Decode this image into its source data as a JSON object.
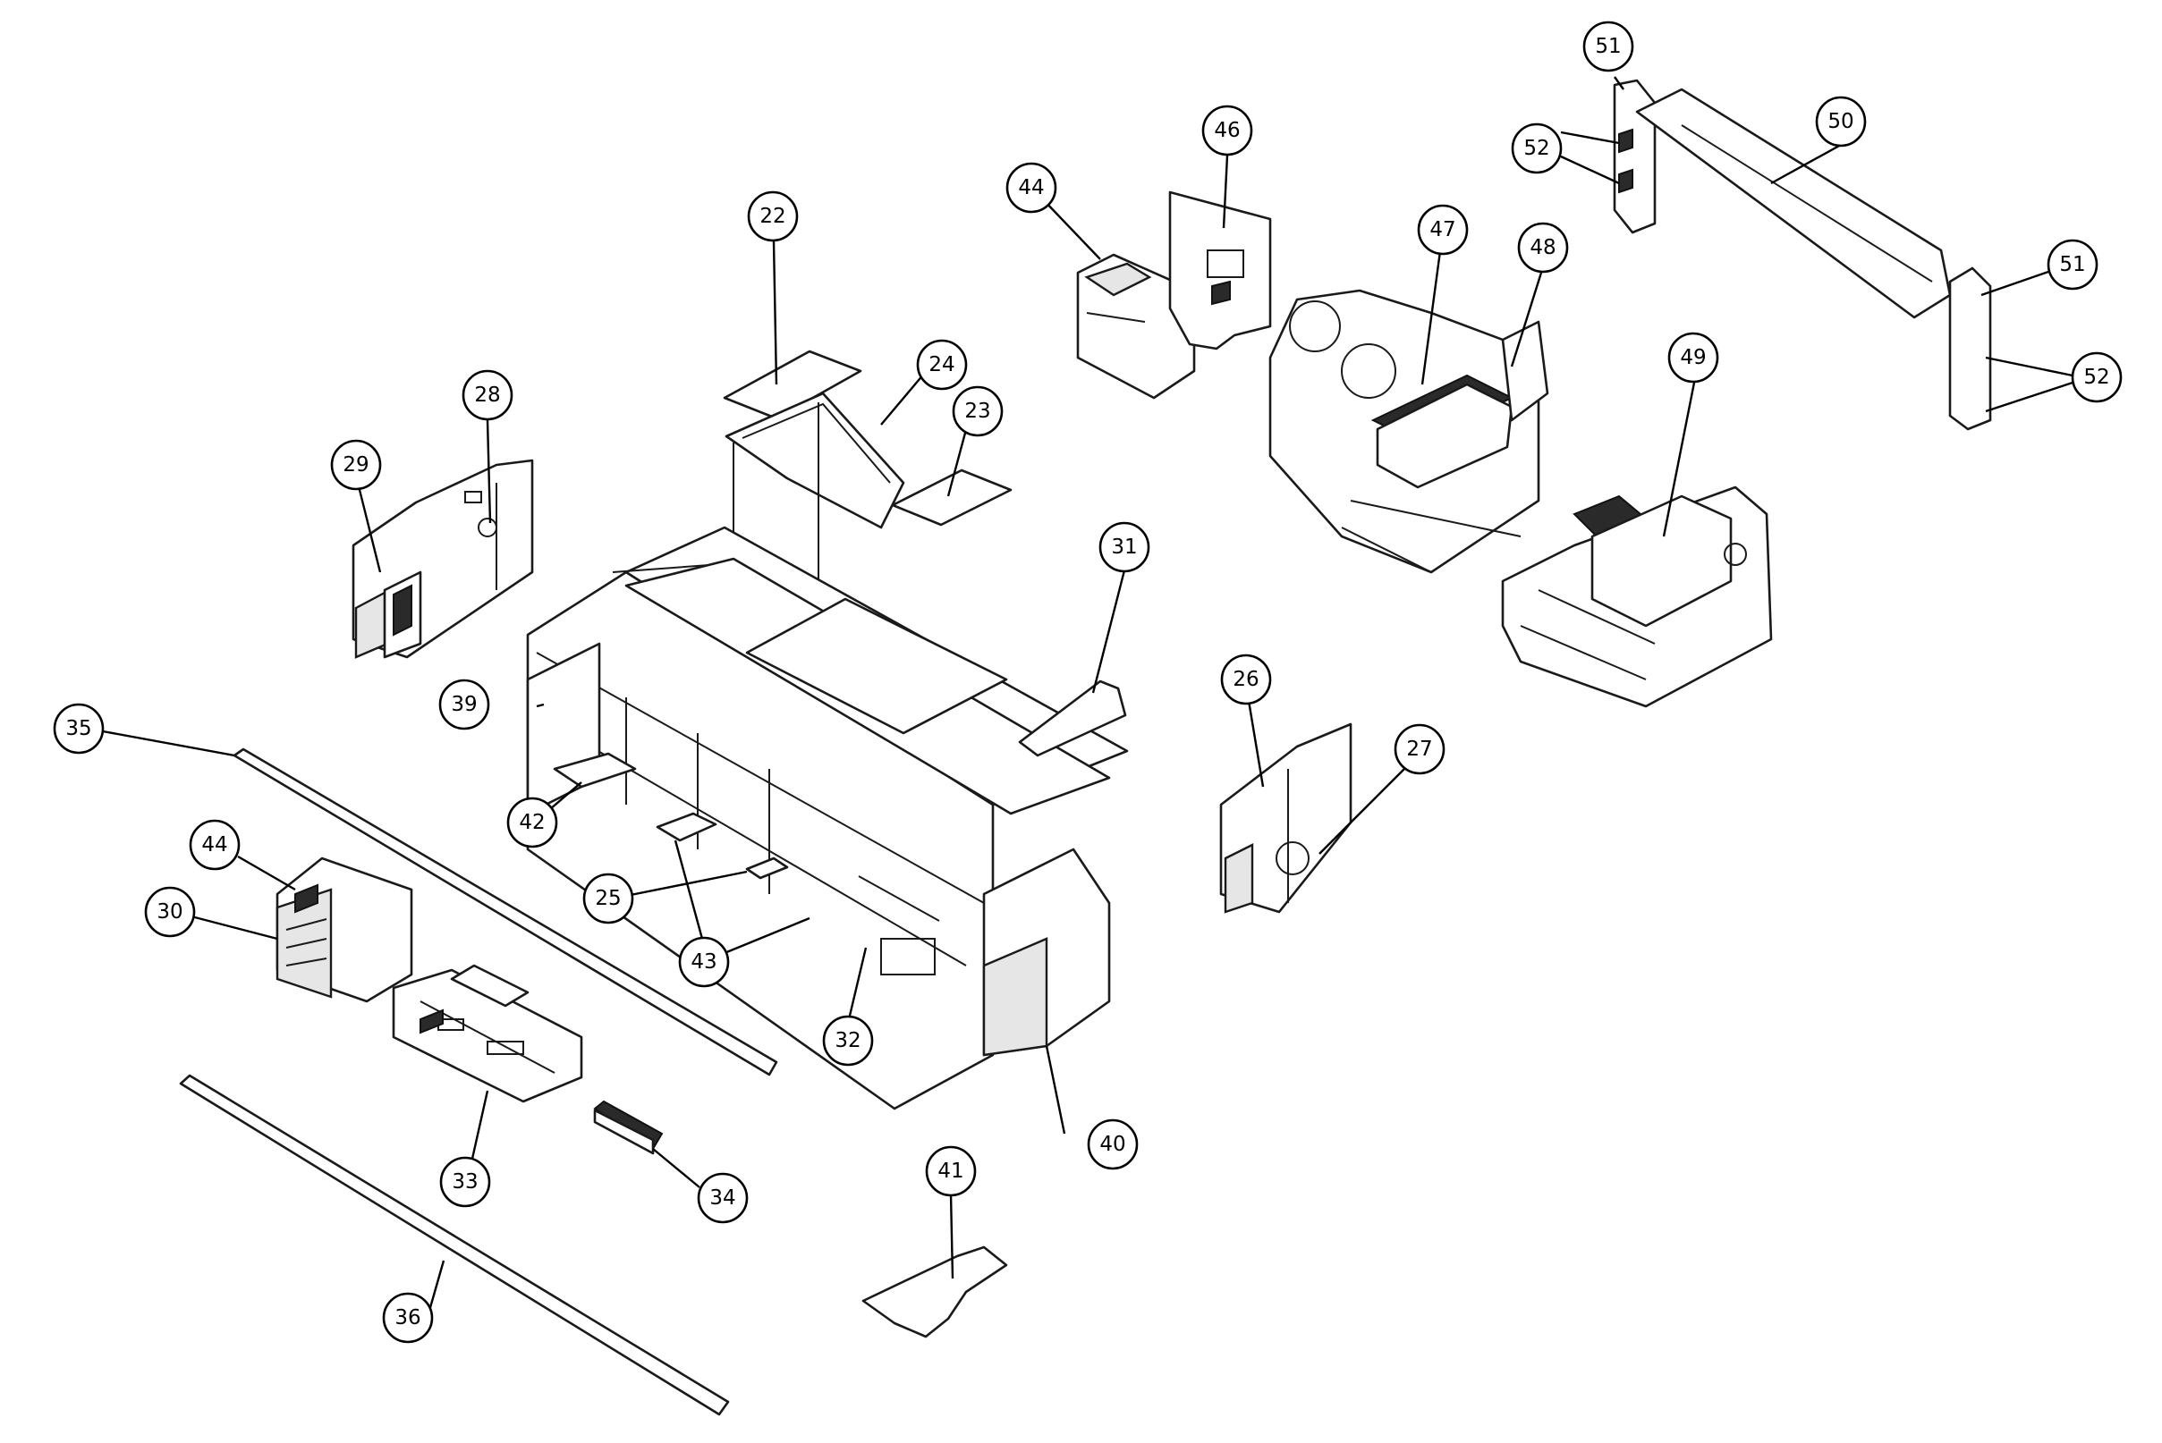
{
  "callouts": [
    {
      "id": "c22",
      "label": "22"
    },
    {
      "id": "c23",
      "label": "23"
    },
    {
      "id": "c24",
      "label": "24"
    },
    {
      "id": "c25",
      "label": "25"
    },
    {
      "id": "c26",
      "label": "26"
    },
    {
      "id": "c27",
      "label": "27"
    },
    {
      "id": "c28",
      "label": "28"
    },
    {
      "id": "c29",
      "label": "29"
    },
    {
      "id": "c30",
      "label": "30"
    },
    {
      "id": "c31",
      "label": "31"
    },
    {
      "id": "c32",
      "label": "32"
    },
    {
      "id": "c33",
      "label": "33"
    },
    {
      "id": "c34",
      "label": "34"
    },
    {
      "id": "c35",
      "label": "35"
    },
    {
      "id": "c36",
      "label": "36"
    },
    {
      "id": "c39",
      "label": "39"
    },
    {
      "id": "c40",
      "label": "40"
    },
    {
      "id": "c41",
      "label": "41"
    },
    {
      "id": "c42",
      "label": "42"
    },
    {
      "id": "c43",
      "label": "43"
    },
    {
      "id": "c44a",
      "label": "44"
    },
    {
      "id": "c44b",
      "label": "44"
    },
    {
      "id": "c46",
      "label": "46"
    },
    {
      "id": "c47",
      "label": "47"
    },
    {
      "id": "c48",
      "label": "48"
    },
    {
      "id": "c49",
      "label": "49"
    },
    {
      "id": "c50",
      "label": "50"
    },
    {
      "id": "c51a",
      "label": "51"
    },
    {
      "id": "c51b",
      "label": "51"
    },
    {
      "id": "c52a",
      "label": "52"
    },
    {
      "id": "c52b",
      "label": "52"
    }
  ]
}
